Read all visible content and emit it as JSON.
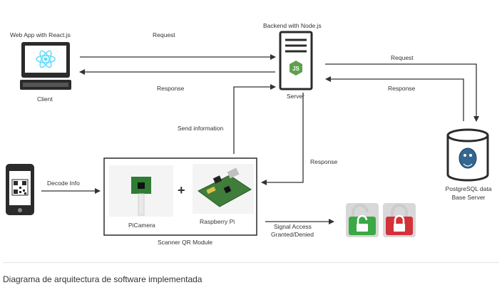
{
  "nodes": {
    "webapp_title": "Web App with React.js",
    "client": "Client",
    "backend_title": "Backend with Node.js",
    "server": "Server",
    "db_line1": "PostgreSQL data",
    "db_line2": "Base Server",
    "picamera": "PiCamera",
    "raspberry": "Raspberry Pi",
    "scanner": "Scanner QR Module",
    "plus": "+"
  },
  "edges": {
    "request_client": "Request",
    "response_client": "Response",
    "request_db": "Request",
    "response_db": "Response",
    "send_information": "Send information",
    "response_scanner": "Response",
    "decode_info": "Decode Info",
    "signal_line1": "Signal Access",
    "signal_line2": "Granted/Denied"
  },
  "caption": "Diagrama de arquitectura de software implementada",
  "colors": {
    "line": "#333333",
    "unlock_green": "#3aa845",
    "lock_red": "#d4323a",
    "react_blue": "#61dafb",
    "node_green": "#5fa04e",
    "pg_blue": "#336791"
  }
}
